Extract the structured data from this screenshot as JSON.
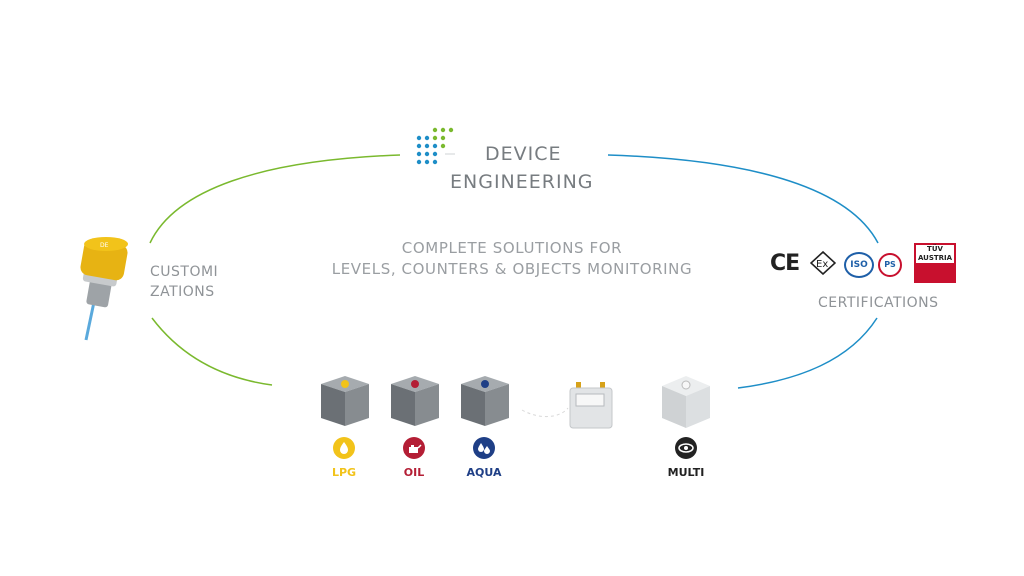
{
  "brand": {
    "line1": "DEVICE",
    "line2": "ENGINEERING"
  },
  "tagline": {
    "line1": "COMPLETE SOLUTIONS FOR",
    "line2": "LEVELS, COUNTERS & OBJECTS MONITORING"
  },
  "customizations": {
    "line1": "CUSTOMI",
    "line2": "ZATIONS"
  },
  "certifications": {
    "label": "CERTIFICATIONS",
    "logos": [
      {
        "name": "ce-mark",
        "text": "CE"
      },
      {
        "name": "ex-mark",
        "text": "Ex"
      },
      {
        "name": "iso-mark",
        "text": "ISO"
      },
      {
        "name": "ps-mark",
        "text": "PS"
      },
      {
        "name": "tuv-austria-mark",
        "text": "TÜV AUSTRIA"
      }
    ]
  },
  "products": [
    {
      "label": "LPG",
      "color": "#f2c31a",
      "icon": "flame-drop-icon"
    },
    {
      "label": "OIL",
      "color": "#b41e35",
      "icon": "oil-can-icon"
    },
    {
      "label": "AQUA",
      "color": "#1f3f86",
      "icon": "water-drops-icon"
    },
    {
      "label": "MULTI",
      "color": "#222222",
      "icon": "eye-icon"
    }
  ],
  "colors": {
    "green_arc": "#7ab92e",
    "blue_arc": "#1e8ec7",
    "text_gray": "#8f9397"
  }
}
